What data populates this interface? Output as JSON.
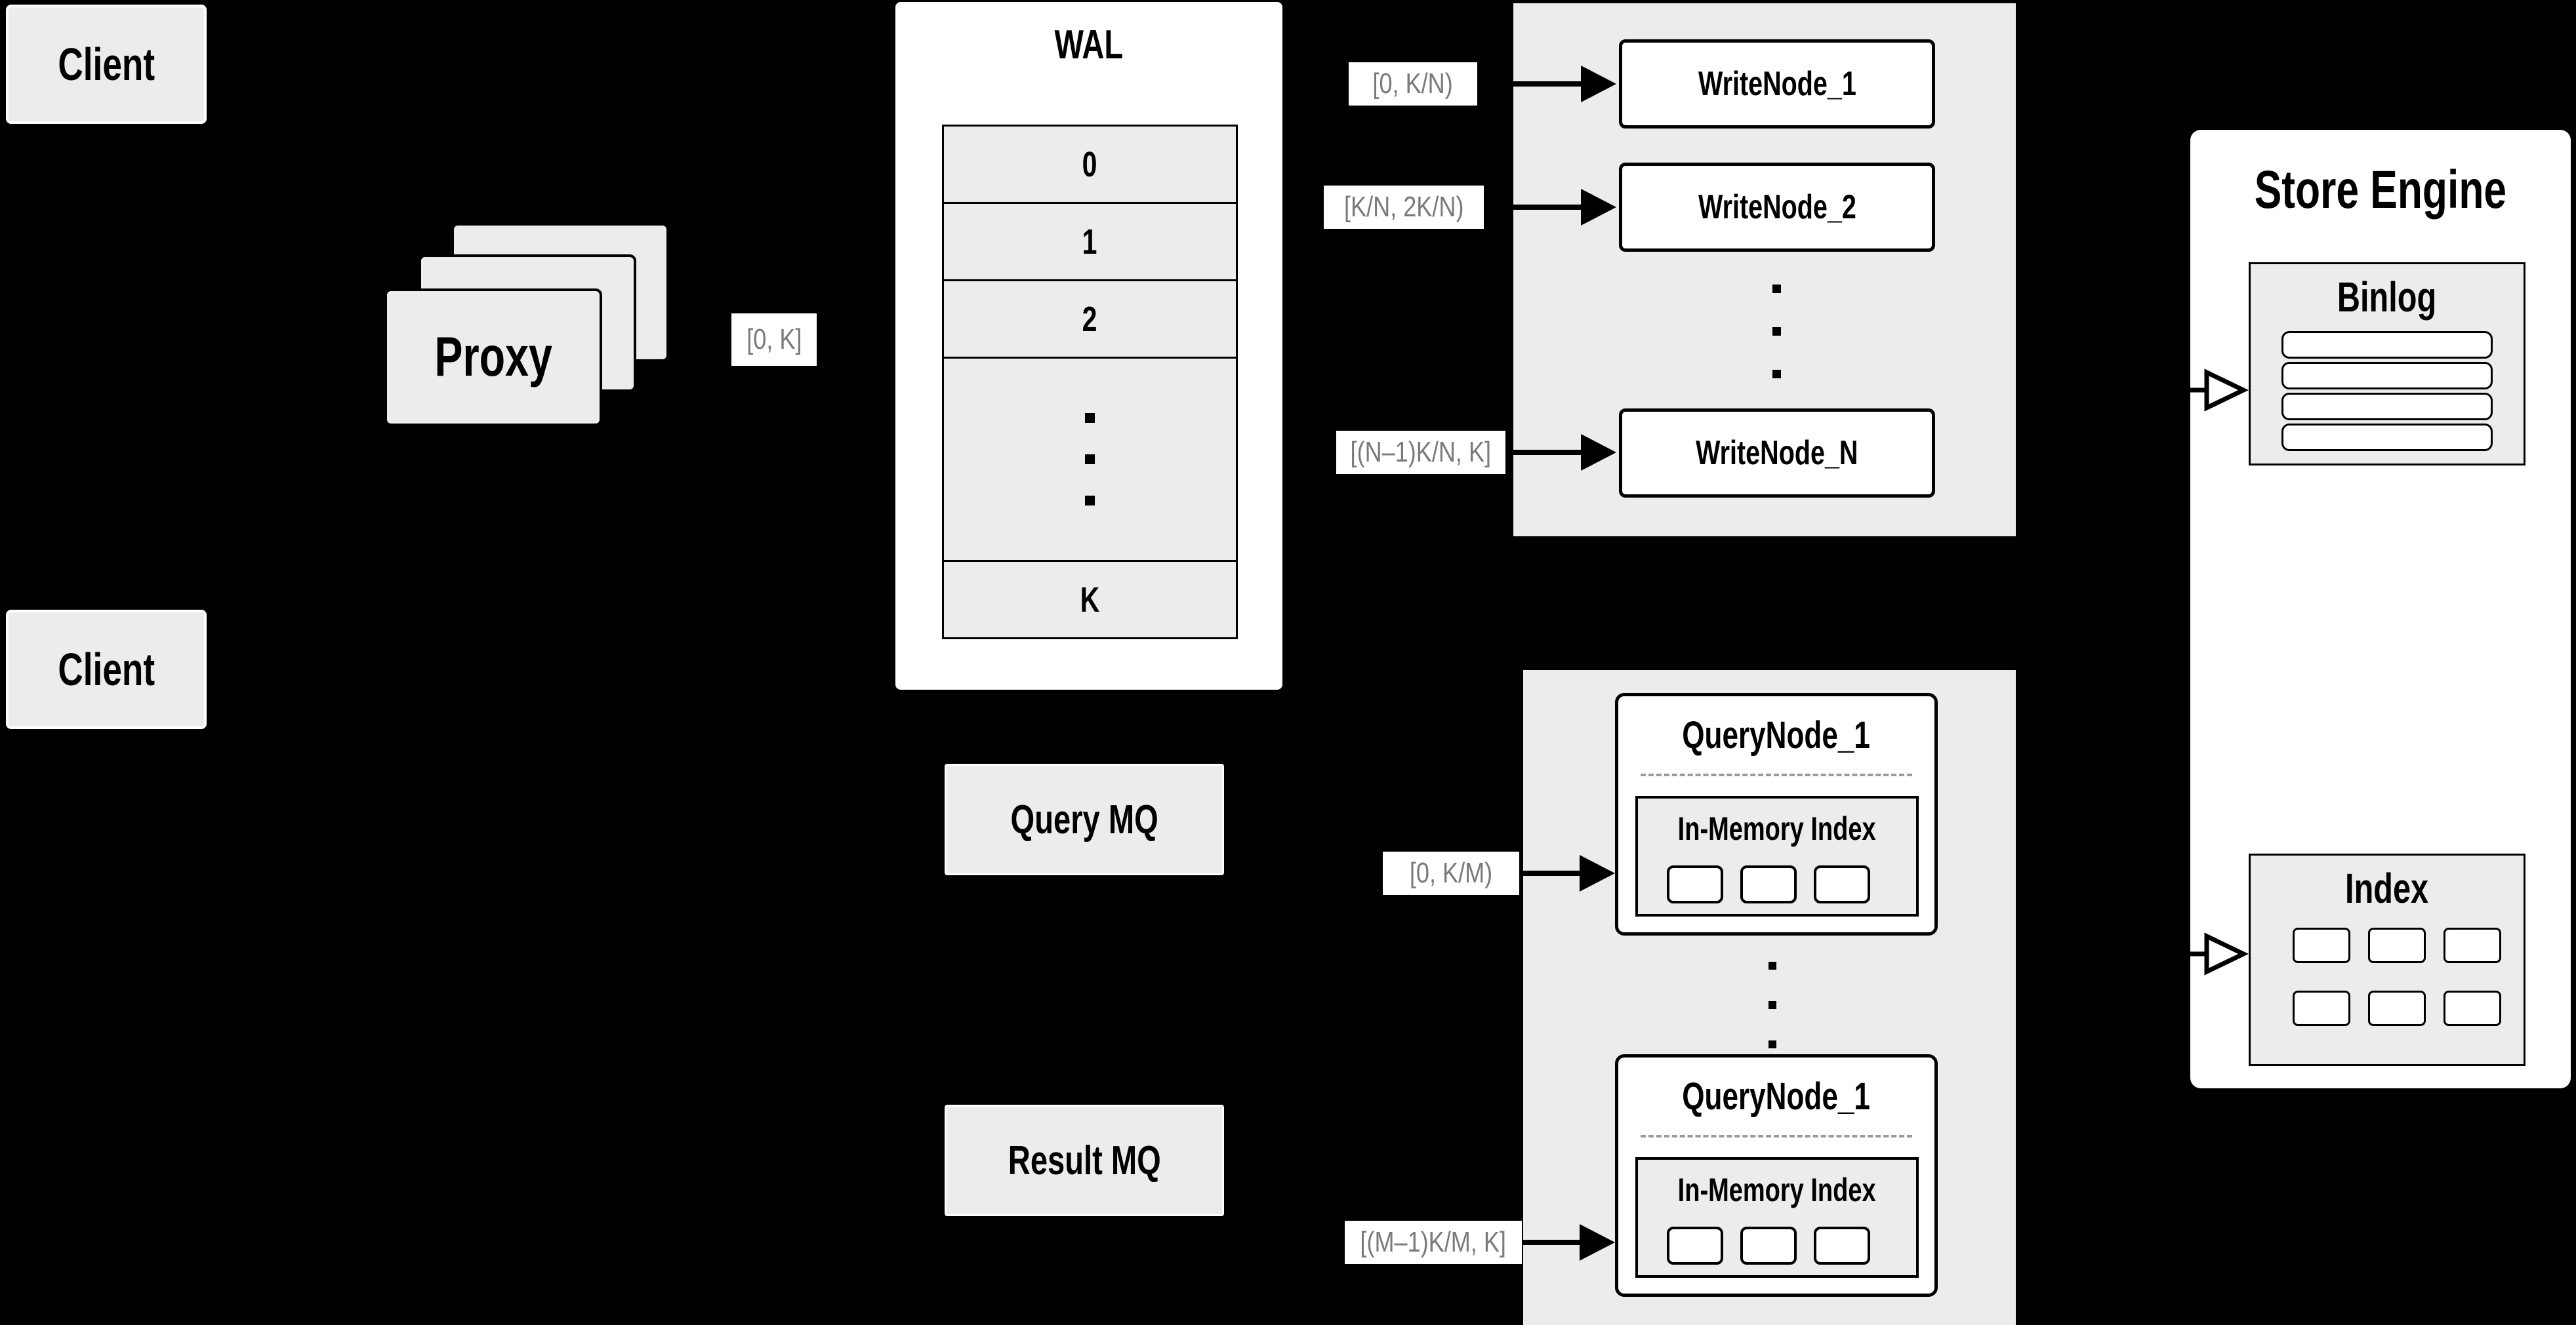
{
  "colors": {
    "background": "#000000",
    "panel_gray": "#ececec",
    "box_white": "#ffffff",
    "ink_black": "#000000",
    "range_label_gray": "#7a7a7a",
    "dash_gray": "#9a9a9a"
  },
  "clients": {
    "top": "Client",
    "bottom": "Client"
  },
  "proxy": {
    "label": "Proxy",
    "range": "[0, K]",
    "ellipsis": "..."
  },
  "wal": {
    "title": "WAL",
    "rows": [
      "0",
      "1",
      "2",
      "K"
    ],
    "ellipsis": "..."
  },
  "write_cluster": {
    "labels": [
      "[0, K/N)",
      "[K/N, 2K/N)",
      "[(N–1)K/N, K]"
    ],
    "nodes": [
      "WriteNode_1",
      "WriteNode_2",
      "WriteNode_N"
    ],
    "ellipsis": "..."
  },
  "mq": {
    "query": "Query MQ",
    "result": "Result MQ"
  },
  "query_cluster": {
    "labels": [
      "[0, K/M)",
      "[(M–1)K/M, K]"
    ],
    "nodes": [
      {
        "title": "QueryNode_1",
        "inner": "In-Memory Index"
      },
      {
        "title": "QueryNode_1",
        "inner": "In-Memory Index"
      }
    ],
    "ellipsis": "..."
  },
  "store": {
    "title": "Store Engine",
    "binlog": "Binlog",
    "index": "Index"
  }
}
